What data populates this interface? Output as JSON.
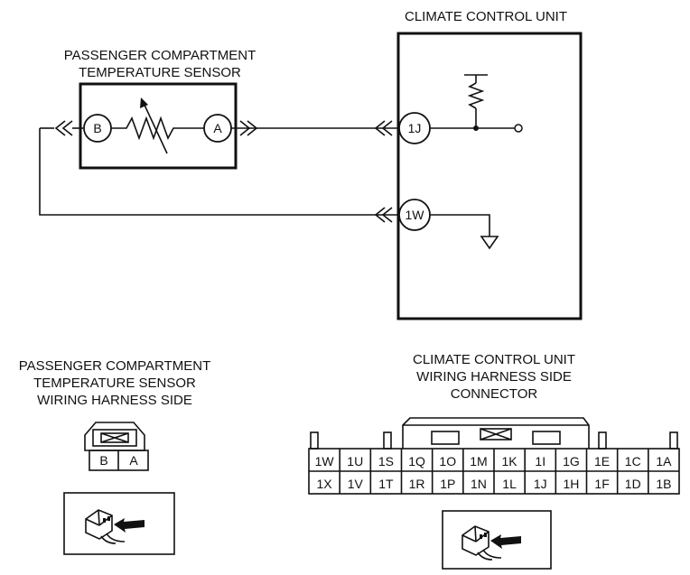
{
  "schematic": {
    "ccu_title": "CLIMATE CONTROL UNIT",
    "sensor_title_line1": "PASSENGER COMPARTMENT",
    "sensor_title_line2": "TEMPERATURE SENSOR",
    "sensor_pins": {
      "b": "B",
      "a": "A"
    },
    "ccu_pins": {
      "j": "1J",
      "w": "1W"
    }
  },
  "sensor_connector": {
    "title_line1": "PASSENGER COMPARTMENT",
    "title_line2": "TEMPERATURE SENSOR",
    "title_line3": "WIRING HARNESS SIDE",
    "cells": [
      "B",
      "A"
    ]
  },
  "ccu_connector": {
    "title_line1": "CLIMATE CONTROL UNIT",
    "title_line2": "WIRING HARNESS SIDE",
    "title_line3": "CONNECTOR",
    "row1": [
      "1W",
      "1U",
      "1S",
      "1Q",
      "1O",
      "1M",
      "1K",
      "1I",
      "1G",
      "1E",
      "1C",
      "1A"
    ],
    "row2": [
      "1X",
      "1V",
      "1T",
      "1R",
      "1P",
      "1N",
      "1L",
      "1J",
      "1H",
      "1F",
      "1D",
      "1B"
    ]
  }
}
